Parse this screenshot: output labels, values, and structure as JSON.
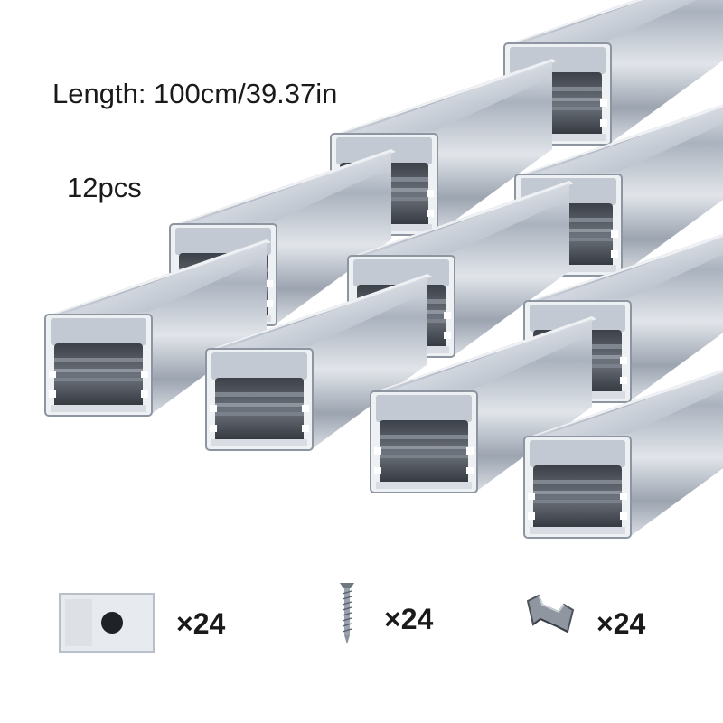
{
  "product": {
    "length_label": "Length: 100cm/39.37in",
    "quantity_label": "12pcs"
  },
  "accessories": [
    {
      "icon": "end-cap-icon",
      "count_label": "×24"
    },
    {
      "icon": "screw-icon",
      "count_label": "×24"
    },
    {
      "icon": "mounting-clip-icon",
      "count_label": "×24"
    }
  ],
  "colors": {
    "aluminum_light": "#d6dbe3",
    "aluminum_mid": "#a9b1bd",
    "aluminum_dark": "#4a4f57",
    "diffuser": "#bfc6d0"
  }
}
